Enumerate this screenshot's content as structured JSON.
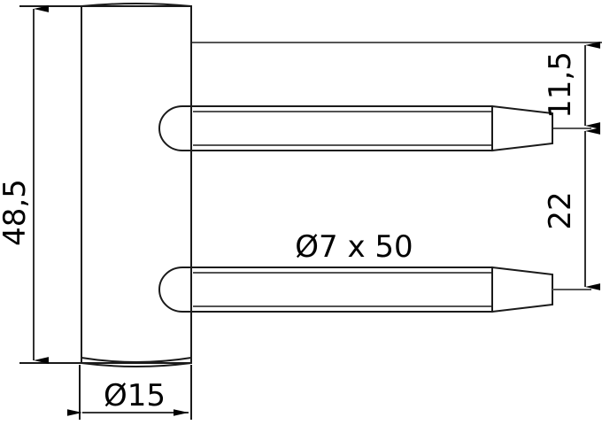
{
  "drawing": {
    "title": "Hinge pin technical drawing",
    "type": "mechanical-2d-orthographic",
    "background_color": "#ffffff",
    "line_color": "#1a1a1a",
    "centerline_color": "#555555",
    "text_color": "#000000"
  },
  "dimensions": {
    "height_overall": {
      "label": "48,5",
      "orientation": "vertical-rotated",
      "position": "left",
      "unit_implied": "mm"
    },
    "pin_spacing_upper": {
      "label": "11,5",
      "orientation": "vertical-rotated",
      "position": "right-upper",
      "unit_implied": "mm"
    },
    "pin_spacing_lower": {
      "label": "22",
      "orientation": "vertical-rotated",
      "position": "right-lower",
      "unit_implied": "mm"
    },
    "plate_width": {
      "label": "Ø15",
      "orientation": "horizontal",
      "position": "bottom",
      "unit_implied": "mm"
    },
    "pin_spec": {
      "label": "Ø7 x 50",
      "orientation": "horizontal",
      "position": "center",
      "unit_implied": "mm"
    }
  },
  "parts": {
    "plate": {
      "name": "mounting-plate"
    },
    "pin_upper": {
      "name": "upper-pin"
    },
    "pin_lower": {
      "name": "lower-pin"
    }
  }
}
